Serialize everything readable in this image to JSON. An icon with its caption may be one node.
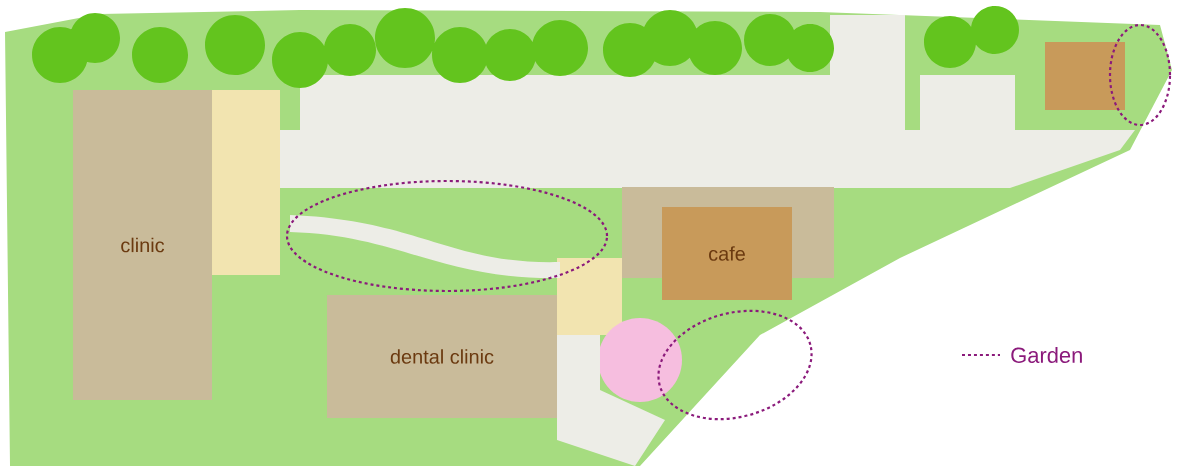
{
  "diagram": {
    "nodes": [
      {
        "text": [
          "clinic"
        ]
      },
      {
        "text": [
          "cafe"
        ]
      },
      {
        "text": [
          "dental clinic"
        ]
      },
      {
        "text": [],
        "shape": "box"
      },
      {
        "text": [],
        "shape": "ellipse"
      },
      {
        "text": [],
        "shape": "ellipse"
      },
      {
        "text": [],
        "shape": "ellipse"
      }
    ],
    "legend": [
      {
        "text": "Garden"
      }
    ]
  }
}
